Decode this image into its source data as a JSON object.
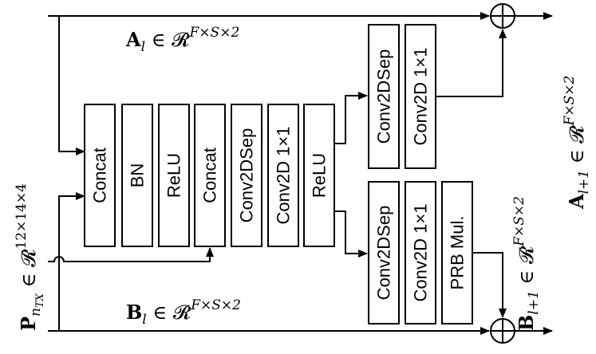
{
  "labels": {
    "a_in": {
      "sym": "A",
      "sub": "l",
      "set": " ∈ 𝓡",
      "sup": "F×S×2"
    },
    "b_in": {
      "sym": "B",
      "sub": "l",
      "set": " ∈ 𝓡",
      "sup": "F×S×2"
    },
    "p_in": {
      "sym": "P",
      "sub": "n",
      "subsub": "TX",
      "set": " ∈ 𝓡",
      "sup": "12×14×4"
    },
    "a_out": {
      "sym": "A",
      "sub": "l+1",
      "set": " ∈ 𝓡",
      "sup": "F×S×2"
    },
    "b_out": {
      "sym": "B",
      "sub": "l+1",
      "set": " ∈ 𝓡",
      "sup": "F×S×2"
    }
  },
  "blocks": {
    "concat1": "Concat",
    "bn": "BN",
    "relu1": "ReLU",
    "concat2": "Concat",
    "conv2dsep1": "Conv2DSep",
    "conv2d1x1_1": "Conv2D 1×1",
    "relu2": "ReLU",
    "a_conv2dsep": "Conv2DSep",
    "a_conv2d1x1": "Conv2D 1×1",
    "b_conv2dsep": "Conv2DSep",
    "b_conv2d1x1": "Conv2D 1×1",
    "prb_mul": "PRB Mul."
  },
  "sum_symbol": "+"
}
